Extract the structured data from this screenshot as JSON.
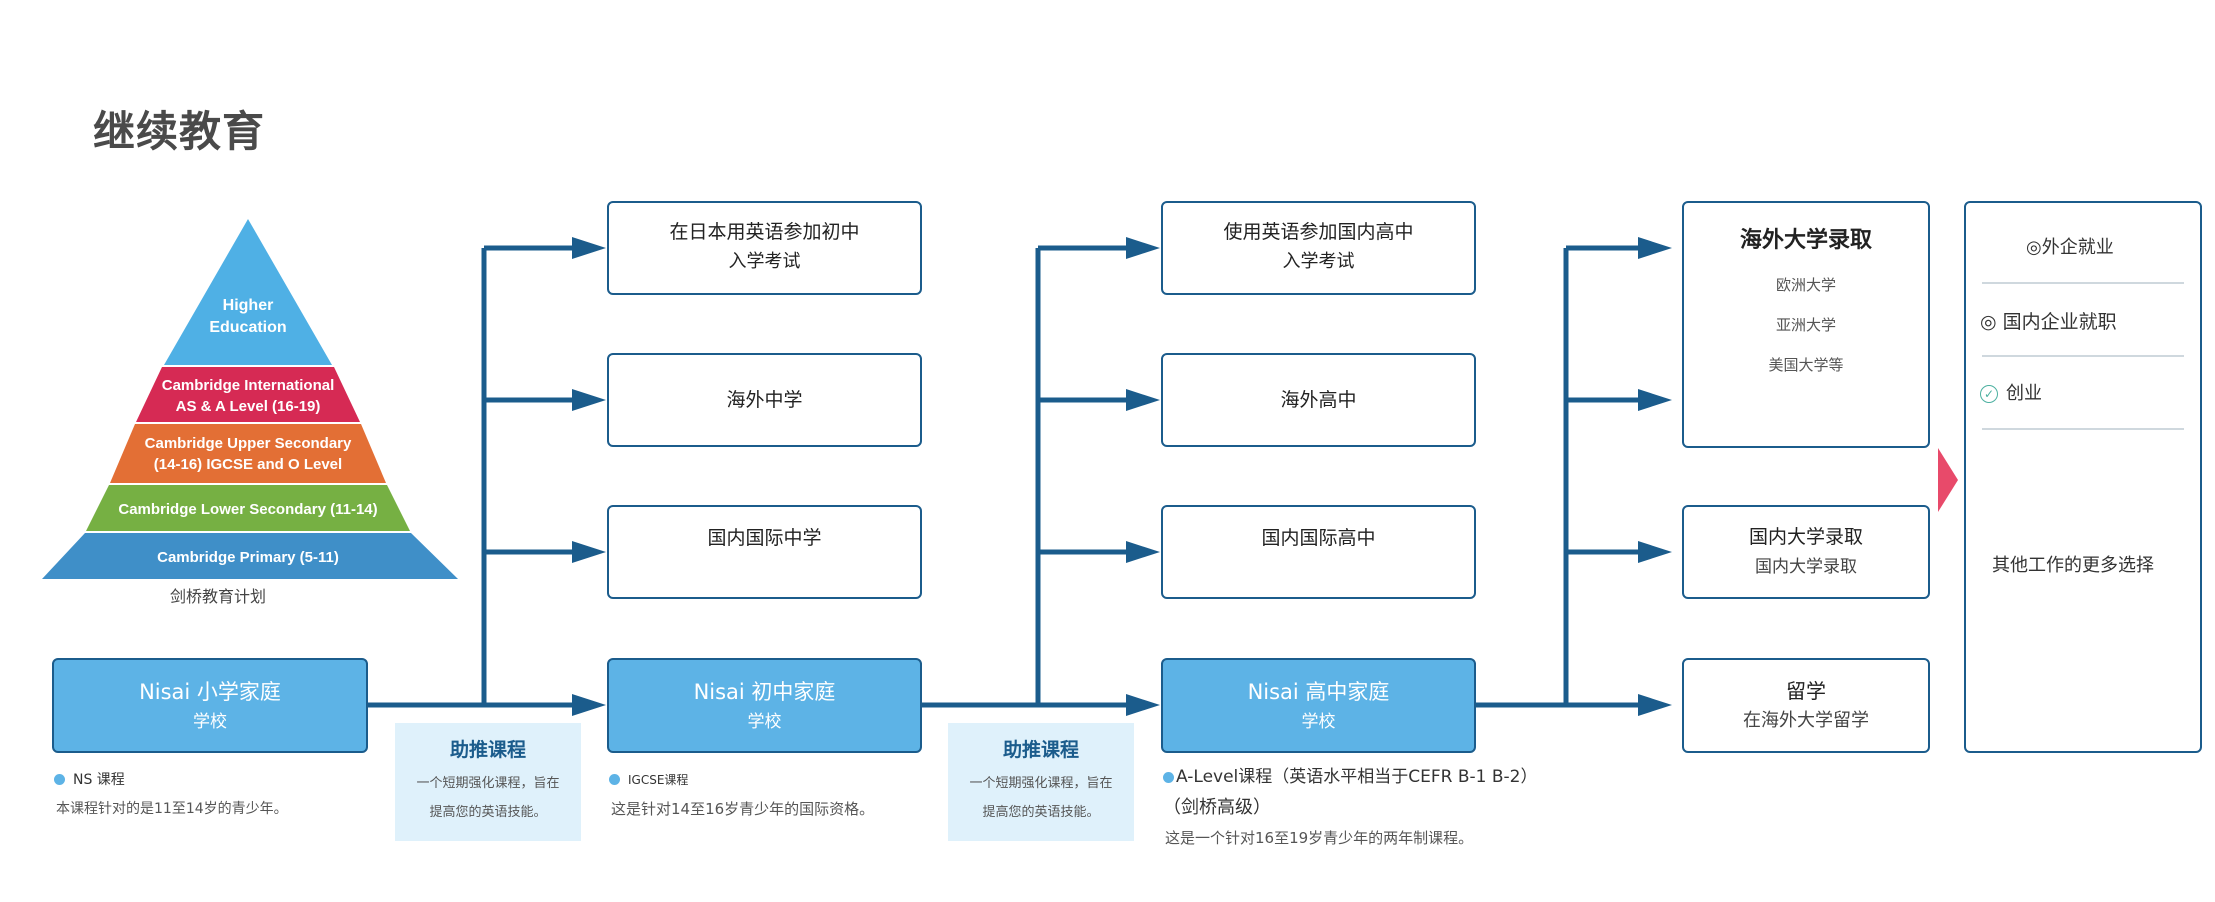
{
  "page_title": "继续教育",
  "pyramid": {
    "levels": [
      {
        "line1": "Higher",
        "line2": "Education",
        "color": "#4fb0e5"
      },
      {
        "line1": "Cambridge International",
        "line2": "AS & A Level (16-19)",
        "color": "#d62a54"
      },
      {
        "line1": "Cambridge Upper Secondary",
        "line2": "(14-16) IGCSE and O Level",
        "color": "#e36f35"
      },
      {
        "line1": "Cambridge Lower Secondary (11-14)",
        "line2": "",
        "color": "#76b043"
      },
      {
        "line1": "Cambridge Primary (5-11)",
        "line2": "",
        "color": "#3f8fc8"
      }
    ],
    "caption": "剑桥教育计划"
  },
  "column1": {
    "school": {
      "name": "Nisai 小学家庭",
      "sub": "学校"
    },
    "course_label": "NS 课程",
    "course_desc": "本课程针对的是11至14岁的青少年。",
    "boost": {
      "title": "助推课程",
      "desc1": "一个短期强化课程，旨在",
      "desc2": "提高您的英语技能。"
    }
  },
  "column2": {
    "boxes": [
      {
        "line1": "在日本用英语参加初中",
        "line2": "入学考试"
      },
      {
        "line1": "海外中学",
        "line2": ""
      },
      {
        "line1": "国内国际中学",
        "line2": ""
      }
    ],
    "school": {
      "name": "Nisai  初中家庭",
      "sub": "学校"
    },
    "course_label": "IGCSE课程",
    "course_desc": "这是针对14至16岁青少年的国际资格。",
    "boost": {
      "title": "助推课程",
      "desc1": "一个短期强化课程，旨在",
      "desc2": "提高您的英语技能。"
    }
  },
  "column3": {
    "boxes": [
      {
        "line1": "使用英语参加国内高中",
        "line2": "入学考试"
      },
      {
        "line1": "海外高中",
        "line2": ""
      },
      {
        "line1": "国内国际高中",
        "line2": ""
      }
    ],
    "school": {
      "name": "Nisai  高中家庭",
      "sub": "学校"
    },
    "course_label": "A-Level课程（英语水平相当于CEFR B-1 B-2）",
    "course_label2": "（剑桥高级）",
    "course_desc": "这是一个针对16至19岁青少年的两年制课程。"
  },
  "column4": {
    "overseas": {
      "title": "海外大学录取",
      "items": [
        "欧洲大学",
        "亚洲大学",
        "美国大学等"
      ]
    },
    "domestic": {
      "line1": "国内大学录取",
      "line2": "国内大学录取"
    },
    "study_abroad": {
      "line1": "留学",
      "line2": "在海外大学留学"
    }
  },
  "column5": {
    "items": [
      "◎外企就业",
      "◎ 国内企业就职",
      "创业"
    ],
    "footer": "其他工作的更多选择"
  },
  "colors": {
    "line": "#1b5c8c",
    "school_fill": "#5db3e6",
    "boost_fill": "#dff1fb",
    "accent_arrow": "#e84a6a"
  }
}
